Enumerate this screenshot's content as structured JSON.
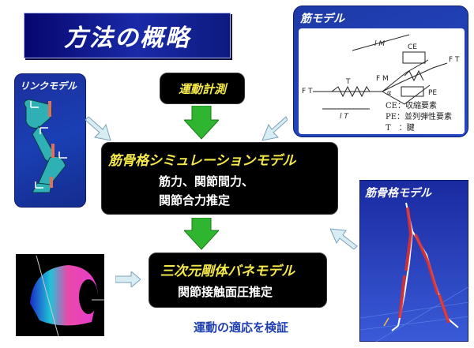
{
  "title": "方法の概略",
  "link_model": {
    "title": "リンクモデル"
  },
  "muscle_model": {
    "title": "筋モデル",
    "labels": {
      "lm": "l M",
      "ft_right": "F T",
      "ft_left": "F T",
      "ce": "CE",
      "pe": "PE",
      "t": "T",
      "fm": "F M",
      "alpha": "α",
      "lt": "l T"
    },
    "legend": [
      "CE：収縮要素",
      "PE：並列弾性要素",
      "T　：腱"
    ]
  },
  "measurement": "運動計測",
  "simulation": {
    "title": "筋骨格シミュレーションモデル",
    "line1": "筋力、関節間力、",
    "line2": "関節合力推定"
  },
  "musculoskeletal": {
    "title": "筋骨格モデル"
  },
  "spring_model": {
    "title": "三次元剛体バネモデル",
    "subtitle": "関節接触面圧推定"
  },
  "footer": "運動の適応を検証",
  "colors": {
    "panel_blue": "#1a3fb4",
    "yellow": "#f5e84a",
    "arrow_green": "#2fb52f",
    "arrow_light": "#d8ecf4"
  }
}
